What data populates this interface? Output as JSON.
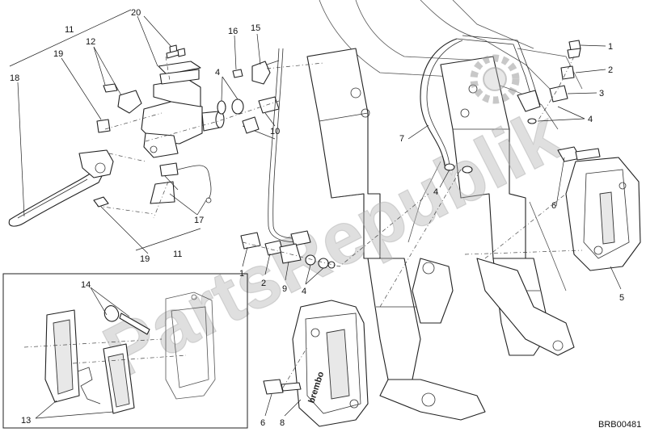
{
  "callouts": {
    "c1a": "1",
    "c1b": "1",
    "c2a": "2",
    "c2b": "2",
    "c3": "3",
    "c4a": "4",
    "c4b": "4",
    "c4c": "4",
    "c4d": "4",
    "c5": "5",
    "c6a": "6",
    "c6b": "6",
    "c7": "7",
    "c8": "8",
    "c9": "9",
    "c10": "10",
    "c11a": "11",
    "c11b": "11",
    "c12": "12",
    "c13": "13",
    "c14": "14",
    "c15": "15",
    "c16": "16",
    "c17": "17",
    "c18": "18",
    "c19a": "19",
    "c19b": "19",
    "c20": "20"
  },
  "reference_code": "BRB00481",
  "caliper_brand": "brembo",
  "watermark": {
    "text": "PartsRepublik",
    "icon": "gear-icon"
  }
}
